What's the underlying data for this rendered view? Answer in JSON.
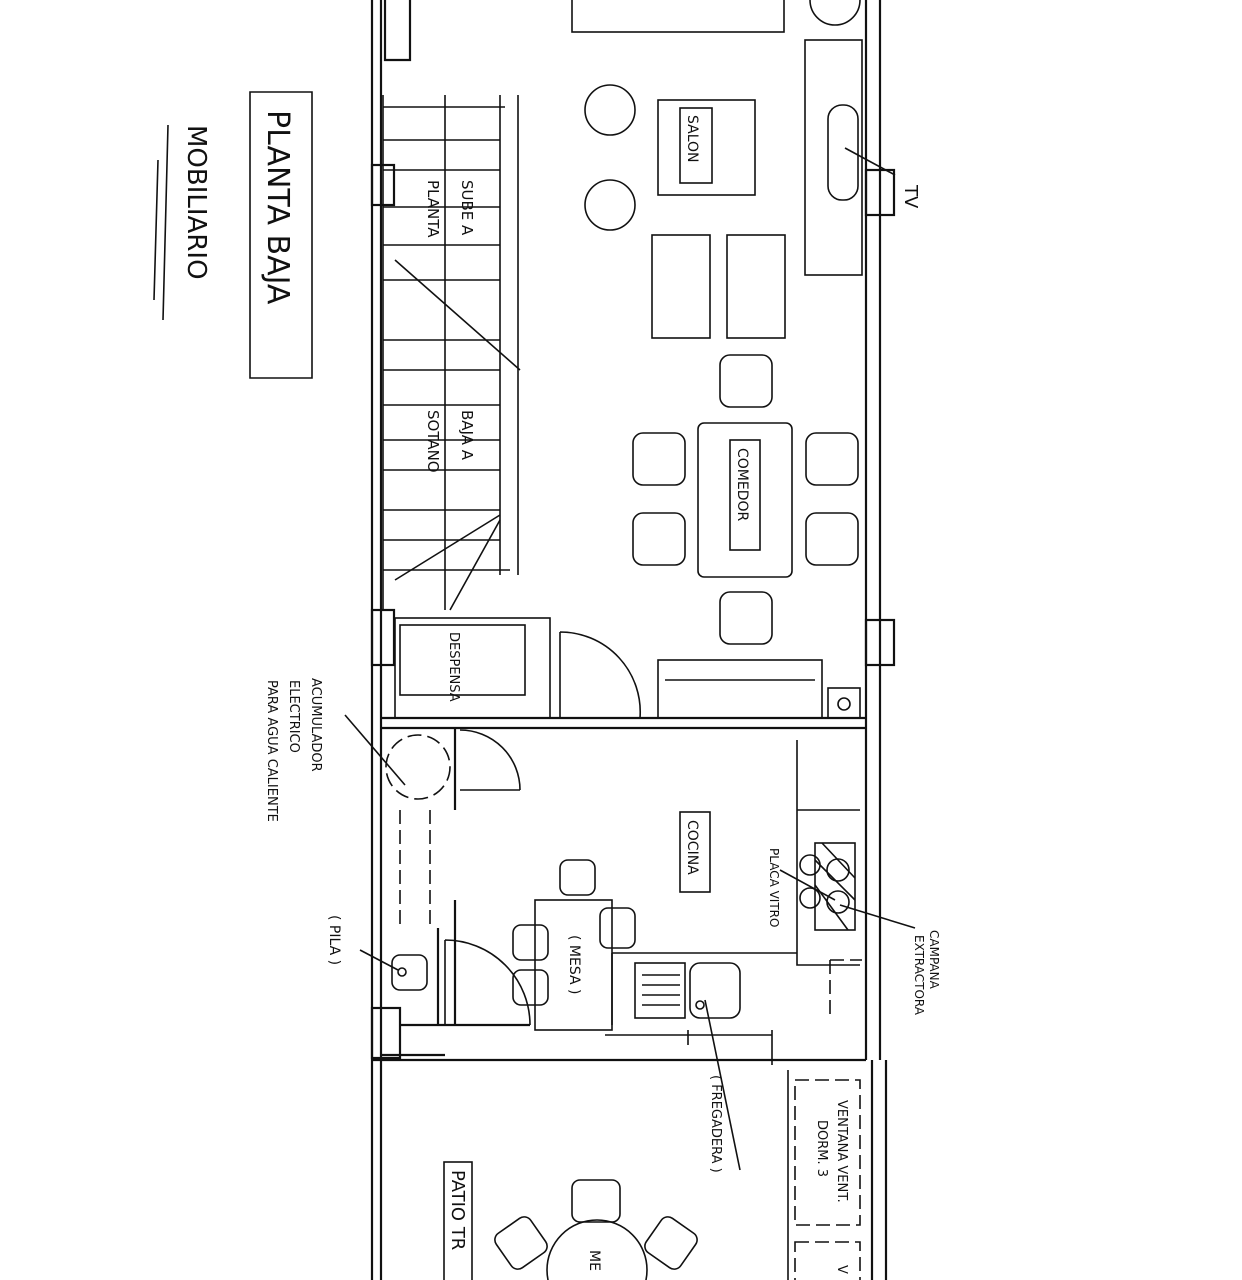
{
  "title": {
    "main": "PLANTA BAJA",
    "sub": "MOBILIARIO"
  },
  "rooms": {
    "salon": "SALON",
    "comedor": "COMEDOR",
    "cocina": "COCINA",
    "despensa": "DESPENSA",
    "patio": "PATIO TR",
    "patio_table": "ME"
  },
  "labels": {
    "tv": "TV",
    "stairs_up_1": "SUBE A",
    "stairs_up_2": "PLANTA",
    "stairs_down_1": "BAJA A",
    "stairs_down_2": "SOTANO",
    "acumulador_1": "ACUMULADOR",
    "acumulador_2": "ELECTRICO",
    "acumulador_3": "PARA AGUA CALIENTE",
    "mesa": "( MESA )",
    "placa": "PLACA VITRO",
    "campana_1": "CAMPANA",
    "campana_2": "EXTRACTORA",
    "pila": "( PILA )",
    "fregadera": "( FREGADERA )",
    "ventana_1": "VENTANA VENT.",
    "ventana_2": "DORM. 3",
    "ventana_partial": "V"
  }
}
